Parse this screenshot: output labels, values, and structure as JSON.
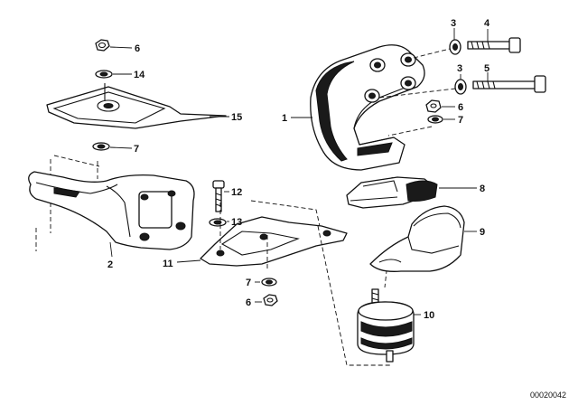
{
  "callouts": [
    {
      "id": "c6a",
      "label": "6"
    },
    {
      "id": "c14",
      "label": "14"
    },
    {
      "id": "c15",
      "label": "15"
    },
    {
      "id": "c7a",
      "label": "7"
    },
    {
      "id": "c2",
      "label": "2"
    },
    {
      "id": "c12",
      "label": "12"
    },
    {
      "id": "c13",
      "label": "13"
    },
    {
      "id": "c11",
      "label": "11"
    },
    {
      "id": "c7b",
      "label": "7"
    },
    {
      "id": "c6b",
      "label": "6"
    },
    {
      "id": "c3a",
      "label": "3"
    },
    {
      "id": "c4",
      "label": "4"
    },
    {
      "id": "c3b",
      "label": "3"
    },
    {
      "id": "c5",
      "label": "5"
    },
    {
      "id": "c6c",
      "label": "6"
    },
    {
      "id": "c7c",
      "label": "7"
    },
    {
      "id": "c1",
      "label": "1"
    },
    {
      "id": "c8",
      "label": "8"
    },
    {
      "id": "c9",
      "label": "9"
    },
    {
      "id": "c10",
      "label": "10"
    }
  ],
  "catalog_number": "00020042"
}
